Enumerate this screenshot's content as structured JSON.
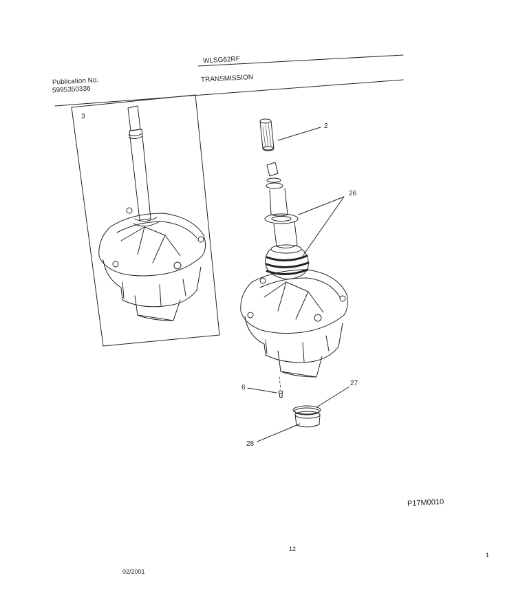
{
  "header": {
    "model": "WLSG62RF",
    "section": "TRANSMISSION",
    "publication_label": "Publication No.",
    "publication_number": "5995350336"
  },
  "callouts": {
    "c2": "2",
    "c3": "3",
    "c6": "6",
    "c26": "26",
    "c27": "27",
    "c28": "28"
  },
  "figure_code": "P17M0010",
  "footer": {
    "page_number": "12",
    "corner_mark": "1",
    "date": "02/2001"
  }
}
